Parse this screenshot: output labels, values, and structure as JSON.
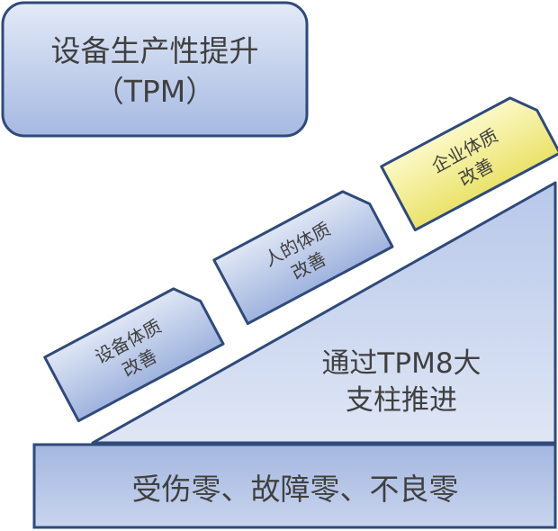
{
  "title_box": {
    "line1": "设备生产性提升",
    "line2": "（TPM）"
  },
  "steps": [
    {
      "line1": "设备体质",
      "line2": "改善"
    },
    {
      "line1": "人的体质",
      "line2": "改善"
    },
    {
      "line1": "企业体质",
      "line2": "改善"
    }
  ],
  "ramp": {
    "line1": "通过TPM8大",
    "line2": "支柱推进"
  },
  "base": {
    "label": "受伤零、故障零、不良零"
  },
  "colors": {
    "border": "#2f4a7a",
    "blue_light": "#dde5f4",
    "blue_mid": "#a9bce3",
    "blue_dark": "#8aa2d6",
    "yellow_light": "#fbf8c0",
    "yellow_dark": "#ece46f",
    "text": "#404040"
  }
}
